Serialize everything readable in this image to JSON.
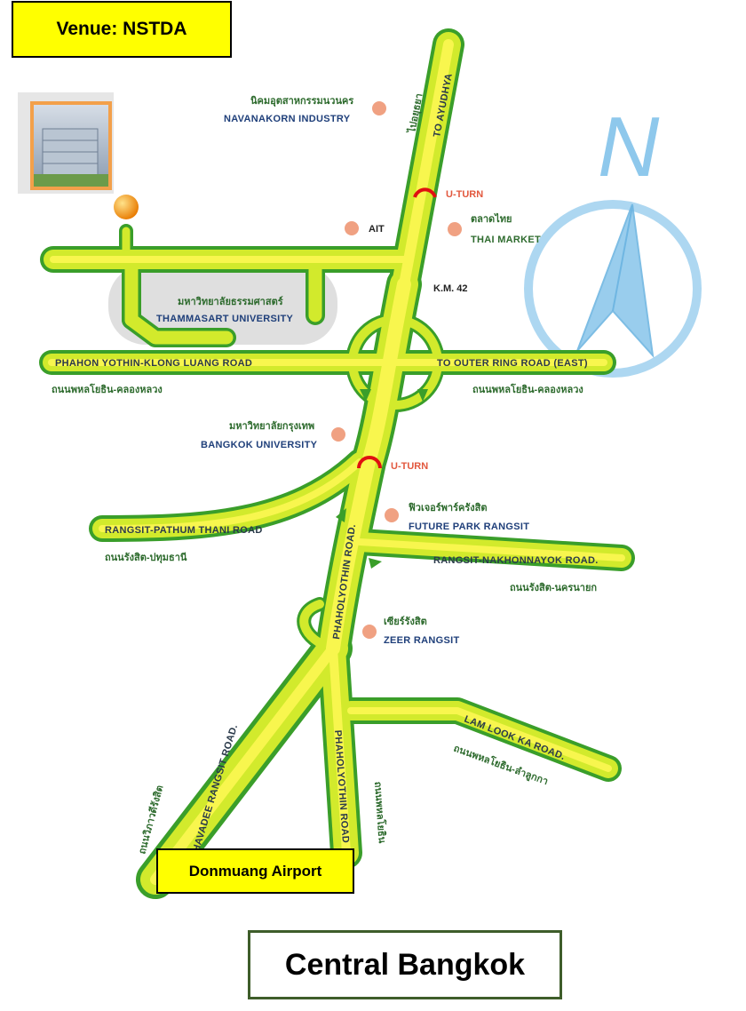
{
  "venue_label": "Venue: NSTDA",
  "airport_label": "Donmuang Airport",
  "central_label": "Central Bangkok",
  "compass_letter": "N",
  "colors": {
    "road_fill": "#d7ec30",
    "road_center": "#f6f54a",
    "road_edge": "#2f9b2f",
    "venue_box": "#ffff00",
    "landmark_dot": "#f0a182",
    "uturn": "#e01010",
    "compass": "#5aa9da"
  },
  "roads": {
    "phahon_west": "PHAHON YOTHIN-KLONG LUANG ROAD",
    "phahon_west_th": "ถนนพหลโยธิน-คลองหลวง",
    "outer_ring_east": "TO OUTER RING ROAD (EAST)",
    "outer_ring_east_th": "ถนนพหลโยธิน-คลองหลวง",
    "to_ayudhya": "TO AYUDHYA",
    "to_ayudhya_th": "ไปอยุธยา",
    "rangsit_pathum": "RANGSIT-PATHUM THANI ROAD",
    "rangsit_pathum_th": "ถนนรังสิต-ปทุมธานี",
    "rangsit_nakhon": "RANGSIT-NAKHONNAYOK ROAD.",
    "rangsit_nakhon_th": "ถนนรังสิต-นครนายก",
    "phaholyothin_upper": "PHAHOLYOTHIN ROAD.",
    "phaholyothin_lower": "PHAHOLYOTHIN ROAD",
    "phaholyothin_lower_th": "ถนนพหลโยธิน",
    "vibhavadee": "VIBHAVADEE RANGSIT ROAD.",
    "vibhavadee_th": "ถนนวิภาวดีรังสิต",
    "lam_look_ka": "LAM LOOK KA ROAD.",
    "lam_look_ka_th": "ถนนพหลโยธิน-ลำลูกกา"
  },
  "places": {
    "navanakorn_th": "นิคมอุตสาหกรรมนวนคร",
    "navanakorn_en": "NAVANAKORN INDUSTRY",
    "ait": "AIT",
    "thai_market_th": "ตลาดไทย",
    "thai_market_en": "THAI MARKET",
    "km": "K.M. 42",
    "thammasat_th": "มหาวิทยาลัยธรรมศาสตร์",
    "thammasat_en": "THAMMASART UNIVERSITY",
    "bangkok_u_th": "มหาวิทยาลัยกรุงเทพ",
    "bangkok_u_en": "BANGKOK UNIVERSITY",
    "future_park_th": "ฟิวเจอร์พาร์ครังสิต",
    "future_park_en": "FUTURE PARK RANGSIT",
    "zeer_th": "เซียร์รังสิต",
    "zeer_en": "ZEER RANGSIT",
    "uturn_1": "U-TURN",
    "uturn_2": "U-TURN"
  }
}
